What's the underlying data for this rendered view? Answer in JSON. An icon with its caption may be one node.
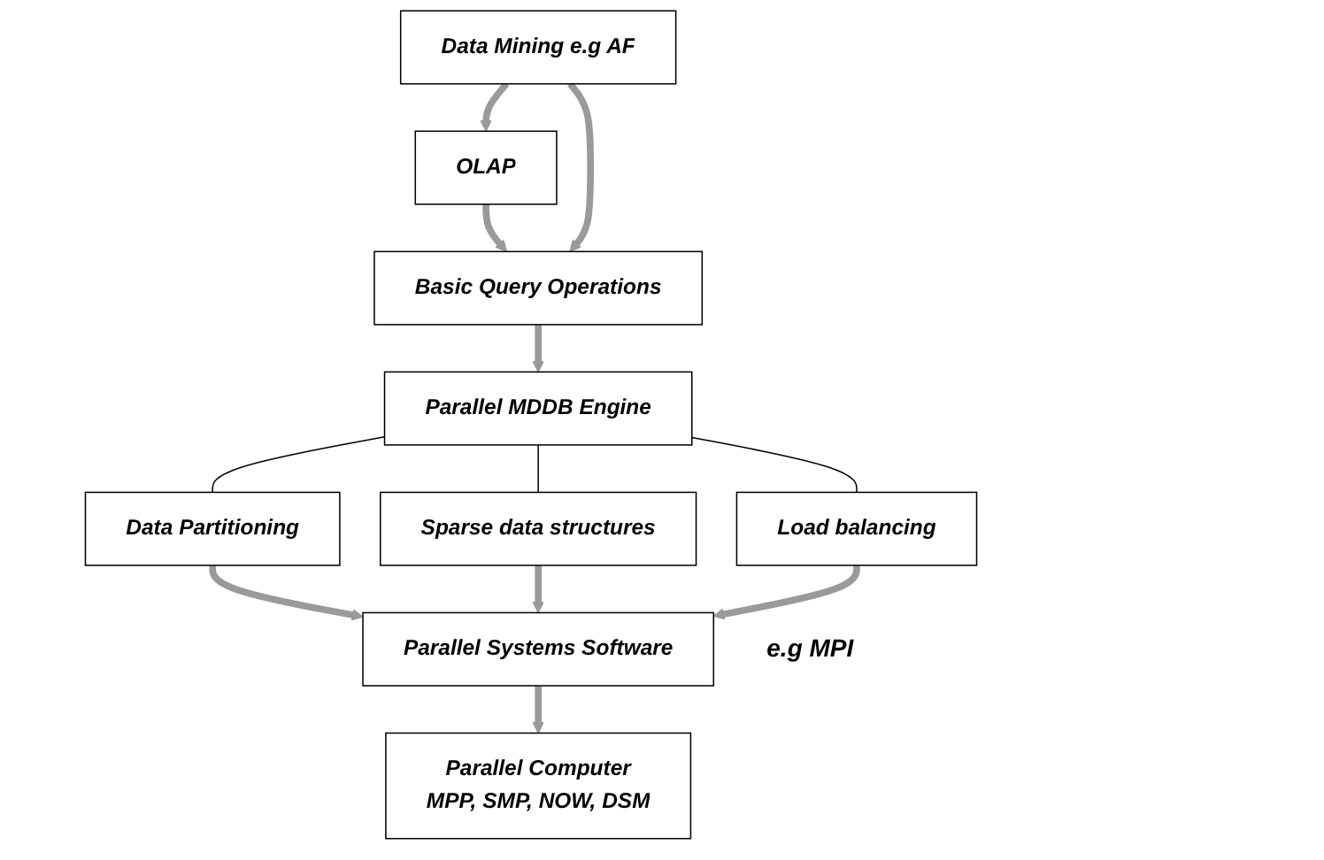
{
  "diagram": {
    "nodes": [
      {
        "text": [
          "OLAP"
        ]
      },
      {
        "text": [
          "Data Mining e.g AF"
        ]
      },
      {
        "text": [
          "Basic Query Operations"
        ]
      },
      {
        "text": [
          "Parallel MDDB Engine"
        ]
      },
      {
        "text": [
          "Data Partitioning"
        ]
      },
      {
        "text": [
          "Sparse data structures"
        ]
      },
      {
        "text": [
          "Load balancing"
        ]
      },
      {
        "text": [
          "Parallel Systems Software"
        ],
        "beside": [
          "e.g MPI"
        ]
      },
      {
        "text": [
          "Parallel Computer",
          "MPP, SMP, NOW, DSM"
        ]
      }
    ],
    "edges": [
      {
        "from": 1,
        "to": 0,
        "arrow": "to"
      },
      {
        "from": 0,
        "to": 2,
        "arrow": "to"
      },
      {
        "from": 1,
        "to": 2,
        "arrow": "to"
      },
      {
        "from": 2,
        "to": 3,
        "arrow": "to"
      },
      {
        "from": 3,
        "to": 4,
        "arrow": "none",
        "color": "#000000"
      },
      {
        "from": 3,
        "to": 5,
        "arrow": "none",
        "color": "#000000"
      },
      {
        "from": 3,
        "to": 6,
        "arrow": "none",
        "color": "#000000"
      },
      {
        "from": 4,
        "to": 7,
        "arrow": "to"
      },
      {
        "from": 5,
        "to": 7,
        "arrow": "to"
      },
      {
        "from": 6,
        "to": 7,
        "arrow": "to"
      },
      {
        "from": 7,
        "to": 8,
        "arrow": "to"
      }
    ]
  }
}
